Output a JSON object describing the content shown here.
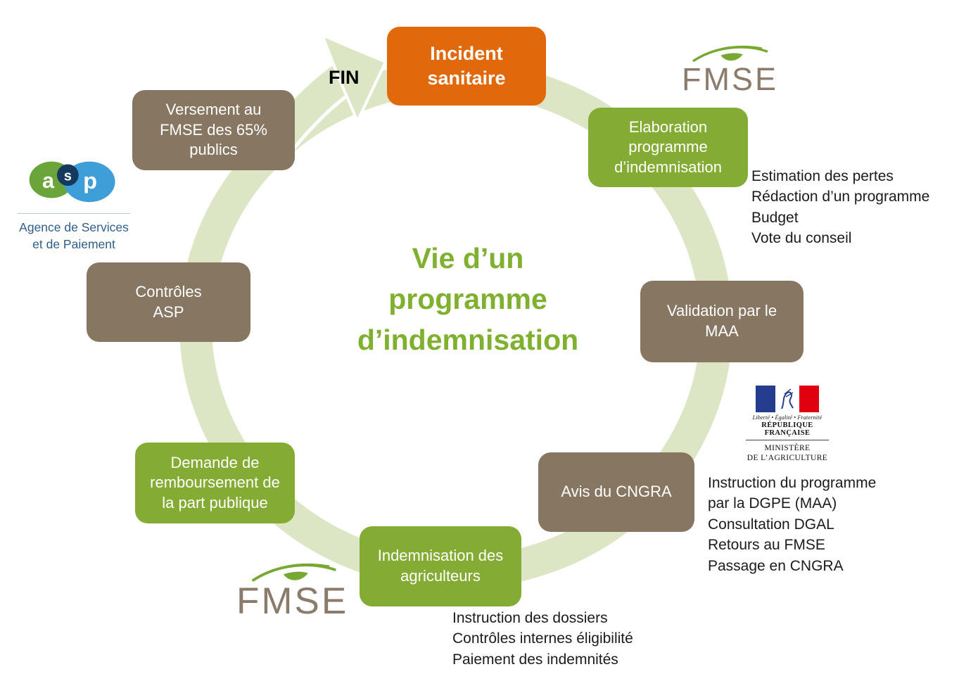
{
  "diagram": {
    "title": "Vie d’un\nprogramme\nd’indemnisation",
    "fin_label": "FIN",
    "boxes": [
      {
        "name": "incident-sanitaire",
        "label": "Incident\nsanitaire",
        "color": "#E2690B"
      },
      {
        "name": "elaboration-programme",
        "label": "Elaboration\nprogramme\nd’indemnisation",
        "color": "#84AC35"
      },
      {
        "name": "validation-maa",
        "label": "Validation par le\nMAA",
        "color": "#877661"
      },
      {
        "name": "avis-cngra",
        "label": "Avis du CNGRA",
        "color": "#877661"
      },
      {
        "name": "indemnisation-agriculteurs",
        "label": "Indemnisation des\nagriculteurs",
        "color": "#84AC35"
      },
      {
        "name": "demande-remboursement",
        "label": "Demande de\nremboursement de\nla part publique",
        "color": "#84AC35"
      },
      {
        "name": "controles-asp",
        "label": "Contrôles\nASP",
        "color": "#877661"
      },
      {
        "name": "versement-fmse",
        "label": "Versement au\nFMSE des 65%\npublics",
        "color": "#877661"
      }
    ],
    "annotations": {
      "elaboration": "Estimation des pertes\nRédaction d’un programme\nBudget\nVote du conseil",
      "cngra": "Instruction du programme\npar la DGPE (MAA)\nConsultation DGAL\nRetours au FMSE\nPassage en CNGRA",
      "indemnisation": "Instruction des dossiers\nContrôles internes éligibilité\nPaiement des indemnités"
    },
    "colors": {
      "orange": "#E2690B",
      "green": "#84AC35",
      "brown": "#877661",
      "ring": "#DCE6C5",
      "title_green": "#7FB02F"
    }
  },
  "logos": {
    "fmse_top": {
      "text": "FMSE"
    },
    "fmse_bottom": {
      "text": "FMSE"
    },
    "asp": {
      "letter_a": "a",
      "letter_s": "s",
      "letter_p": "p",
      "caption": "Agence de Services\net de Paiement"
    },
    "ministere": {
      "motto": "Liberté • Égalité • Fraternité",
      "republique": "RÉPUBLIQUE FRANÇAISE",
      "name": "MINISTÈRE\nDE L’AGRICULTURE"
    }
  }
}
